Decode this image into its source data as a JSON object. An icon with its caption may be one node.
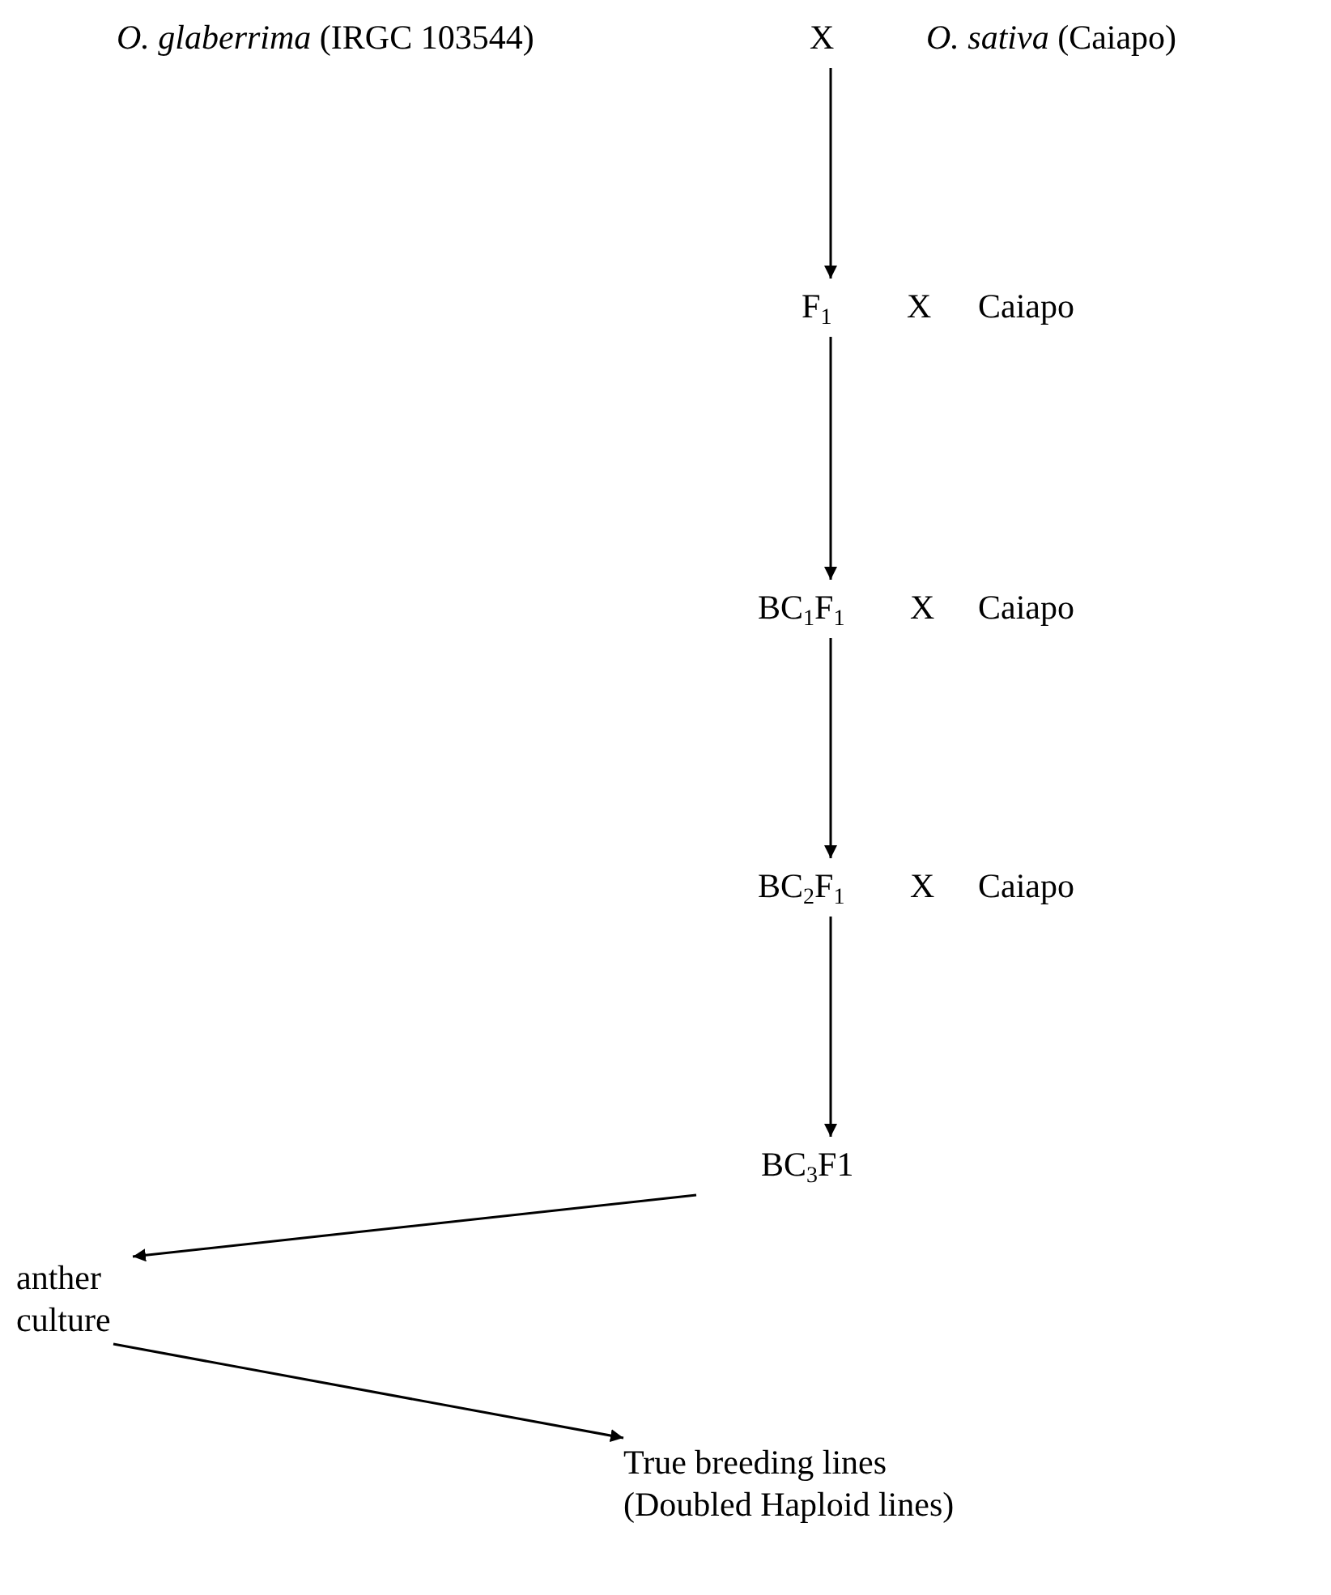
{
  "diagram": {
    "nodes": [
      {
        "text": [
          "*O. glaberrima* (IRGC 103544)",
          "X",
          "*O. sativa* (Caiapo)"
        ]
      },
      {
        "text": [
          "F$_{1}$",
          "X",
          "Caiapo"
        ]
      },
      {
        "text": [
          "BC$_{1}$F$_{1}$",
          "X",
          "Caiapo"
        ]
      },
      {
        "text": [
          "BC$_{2}$F$_{1}$",
          "X",
          "Caiapo"
        ]
      },
      {
        "text": [
          "BC$_{3}$F1"
        ]
      },
      {
        "text": [
          "anther culture"
        ]
      },
      {
        "text": [
          "True breeding lines (Doubled Haploid lines)"
        ]
      }
    ],
    "edges": [
      {
        "from": 0,
        "to": 1,
        "arrow": "to"
      },
      {
        "from": 1,
        "to": 2,
        "arrow": "to"
      },
      {
        "from": 2,
        "to": 3,
        "arrow": "to"
      },
      {
        "from": 3,
        "to": 4,
        "arrow": "to"
      },
      {
        "from": 4,
        "to": 5,
        "arrow": "to"
      },
      {
        "from": 5,
        "to": 6,
        "arrow": "to"
      }
    ]
  }
}
